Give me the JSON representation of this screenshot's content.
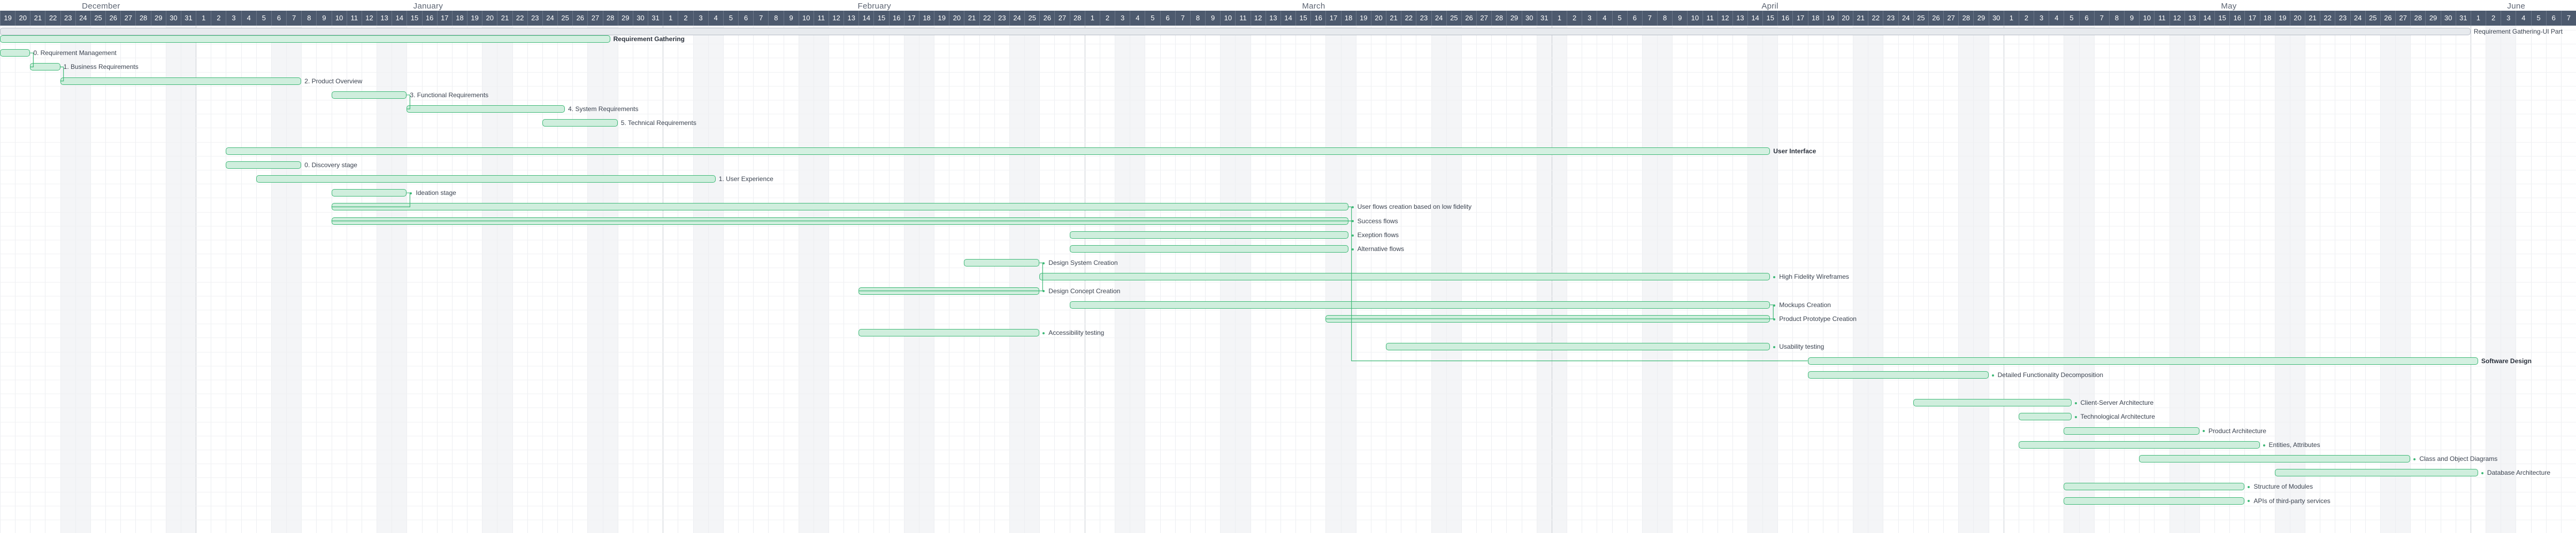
{
  "timeline": {
    "months": [
      {
        "name": "December",
        "days": [
          "19",
          "20",
          "21",
          "22",
          "23",
          "24",
          "25",
          "26",
          "27",
          "28",
          "29",
          "30",
          "31"
        ]
      },
      {
        "name": "January",
        "days": [
          "1",
          "2",
          "3",
          "4",
          "5",
          "6",
          "7",
          "8",
          "9",
          "10",
          "11",
          "12",
          "13",
          "14",
          "15",
          "16",
          "17",
          "18",
          "19",
          "20",
          "21",
          "22",
          "23",
          "24",
          "25",
          "26",
          "27",
          "28",
          "29",
          "30",
          "31"
        ]
      },
      {
        "name": "February",
        "days": [
          "1",
          "2",
          "3",
          "4",
          "5",
          "6",
          "7",
          "8",
          "9",
          "10",
          "11",
          "12",
          "13",
          "14",
          "15",
          "16",
          "17",
          "18",
          "19",
          "20",
          "21",
          "22",
          "23",
          "24",
          "25",
          "26",
          "27",
          "28"
        ]
      },
      {
        "name": "March",
        "days": [
          "1",
          "2",
          "3",
          "4",
          "5",
          "6",
          "7",
          "8",
          "9",
          "10",
          "11",
          "12",
          "13",
          "14",
          "15",
          "16",
          "17",
          "18",
          "19",
          "20",
          "21",
          "22",
          "23",
          "24",
          "25",
          "26",
          "27",
          "28",
          "29",
          "30",
          "31"
        ]
      },
      {
        "name": "April",
        "days": [
          "1",
          "2",
          "3",
          "4",
          "5",
          "6",
          "7",
          "8",
          "9",
          "10",
          "11",
          "12",
          "13",
          "14",
          "15",
          "16",
          "17",
          "18",
          "19",
          "20",
          "21",
          "22",
          "23",
          "24",
          "25",
          "26",
          "27",
          "28",
          "29",
          "30"
        ]
      },
      {
        "name": "May",
        "days": [
          "1",
          "2",
          "3",
          "4",
          "5",
          "6",
          "7",
          "8",
          "9",
          "10",
          "11",
          "12",
          "13",
          "14",
          "15",
          "16",
          "17",
          "18",
          "19",
          "20",
          "21",
          "22",
          "23",
          "24",
          "25",
          "26",
          "27",
          "28",
          "29",
          "30",
          "31"
        ]
      },
      {
        "name": "June",
        "days": [
          "1",
          "2",
          "3",
          "4",
          "5",
          "6",
          "7"
        ]
      }
    ]
  },
  "tasks": [
    {
      "label": "Requirement Gathering-UI Part",
      "start": 0,
      "end": 164,
      "row": 0,
      "style": "gray",
      "bold": false,
      "dot": false
    },
    {
      "label": "Requirement Gathering",
      "start": 0,
      "end": 40.5,
      "row": 1,
      "style": "group",
      "bold": true,
      "dot": false
    },
    {
      "label": "0. Requirement Management",
      "start": 0,
      "end": 2,
      "row": 2,
      "style": "task",
      "bold": false,
      "dot": false
    },
    {
      "label": "1. Business Requirements",
      "start": 2,
      "end": 4,
      "row": 3,
      "style": "task",
      "bold": false,
      "dot": false
    },
    {
      "label": "2. Product Overview",
      "start": 4,
      "end": 20,
      "row": 4,
      "style": "task",
      "bold": false,
      "dot": false
    },
    {
      "label": "3. Functional Requirements",
      "start": 22,
      "end": 27,
      "row": 5,
      "style": "task",
      "bold": false,
      "dot": false
    },
    {
      "label": "4. System Requirements",
      "start": 27,
      "end": 37.5,
      "row": 6,
      "style": "task",
      "bold": false,
      "dot": false
    },
    {
      "label": "5. Technical Requirements",
      "start": 36,
      "end": 41,
      "row": 7,
      "style": "task",
      "bold": false,
      "dot": false
    },
    {
      "label": "User Interface",
      "start": 15,
      "end": 117.5,
      "row": 9,
      "style": "group",
      "bold": true,
      "dot": false
    },
    {
      "label": "0. Discovery stage",
      "start": 15,
      "end": 20,
      "row": 10,
      "style": "task",
      "bold": false,
      "dot": false
    },
    {
      "label": "1. User Experience",
      "start": 17,
      "end": 47.5,
      "row": 11,
      "style": "task",
      "bold": false,
      "dot": false
    },
    {
      "label": "Ideation stage",
      "start": 22,
      "end": 27,
      "row": 12,
      "style": "task",
      "bold": false,
      "dot": true
    },
    {
      "label": "User flows creation based on low fidelity",
      "start": 22,
      "end": 89.5,
      "row": 13,
      "style": "task",
      "bold": false,
      "dot": true
    },
    {
      "label": "Success flows",
      "start": 22,
      "end": 89.5,
      "row": 14,
      "style": "task",
      "bold": false,
      "dot": true
    },
    {
      "label": "Exeption flows",
      "start": 71,
      "end": 89.5,
      "row": 15,
      "style": "task",
      "bold": false,
      "dot": true
    },
    {
      "label": "Alternative flows",
      "start": 71,
      "end": 89.5,
      "row": 16,
      "style": "task",
      "bold": false,
      "dot": true
    },
    {
      "label": "Design System Creation",
      "start": 64,
      "end": 69,
      "row": 17,
      "style": "task",
      "bold": false,
      "dot": true
    },
    {
      "label": "High Fidelity Wireframes",
      "start": 69,
      "end": 117.5,
      "row": 18,
      "style": "task",
      "bold": false,
      "dot": true
    },
    {
      "label": "Design Concept Creation",
      "start": 57,
      "end": 69,
      "row": 19,
      "style": "task",
      "bold": false,
      "dot": true
    },
    {
      "label": "Mockups Creation",
      "start": 71,
      "end": 117.5,
      "row": 20,
      "style": "task",
      "bold": false,
      "dot": true
    },
    {
      "label": "Product Prototype Creation",
      "start": 88,
      "end": 117.5,
      "row": 21,
      "style": "task",
      "bold": false,
      "dot": true
    },
    {
      "label": "Accessibility testing",
      "start": 57,
      "end": 69,
      "row": 22,
      "style": "task",
      "bold": false,
      "dot": true
    },
    {
      "label": "Usability testing",
      "start": 92,
      "end": 117.5,
      "row": 23,
      "style": "task",
      "bold": false,
      "dot": true
    },
    {
      "label": "Software Design",
      "start": 120,
      "end": 164.5,
      "row": 24,
      "style": "group",
      "bold": true,
      "dot": false
    },
    {
      "label": "Detailed Functionality Decomposition",
      "start": 120,
      "end": 132,
      "row": 25,
      "style": "task",
      "bold": false,
      "dot": true
    },
    {
      "label": "Client-Server Architecture",
      "start": 127,
      "end": 137.5,
      "row": 27,
      "style": "task",
      "bold": false,
      "dot": true
    },
    {
      "label": "Technological Architecture",
      "start": 134,
      "end": 137.5,
      "row": 28,
      "style": "task",
      "bold": false,
      "dot": true
    },
    {
      "label": "Product Architecture",
      "start": 137,
      "end": 146,
      "row": 29,
      "style": "task",
      "bold": false,
      "dot": true
    },
    {
      "label": "Entities, Attributes",
      "start": 134,
      "end": 150,
      "row": 30,
      "style": "task",
      "bold": false,
      "dot": true
    },
    {
      "label": "Class and Object Diagrams",
      "start": 142,
      "end": 160,
      "row": 31,
      "style": "task",
      "bold": false,
      "dot": true
    },
    {
      "label": "Database Architecture",
      "start": 151,
      "end": 164.5,
      "row": 32,
      "style": "task",
      "bold": false,
      "dot": true
    },
    {
      "label": "Structure of Modules",
      "start": 137,
      "end": 149,
      "row": 33,
      "style": "task",
      "bold": false,
      "dot": true
    },
    {
      "label": "APIs of third-party services",
      "start": 137,
      "end": 149,
      "row": 34,
      "style": "task",
      "bold": false,
      "dot": true
    }
  ],
  "dependencies": [
    [
      2,
      3
    ],
    [
      3,
      4
    ],
    [
      5,
      6
    ],
    [
      11,
      12
    ],
    [
      12,
      13
    ],
    [
      16,
      18
    ],
    [
      19,
      20
    ],
    [
      13,
      23
    ]
  ],
  "colors": {
    "header": "#4d5a6e",
    "bar_fill": "#cfeedd",
    "bar_border": "#3fb877",
    "weekend": "#f4f5f7"
  }
}
